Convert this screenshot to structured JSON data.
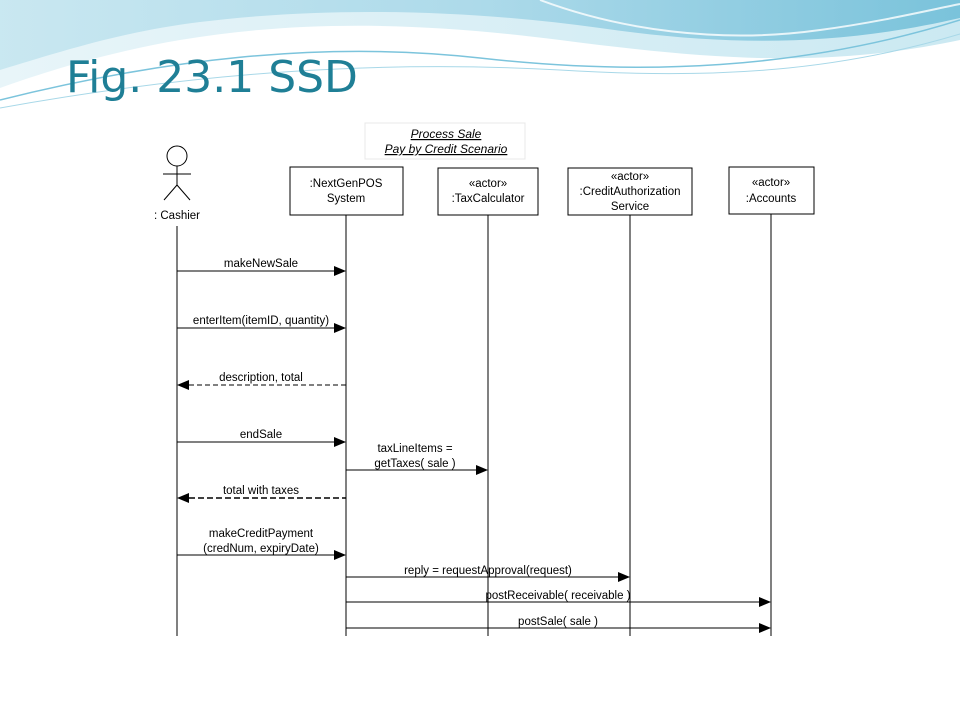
{
  "slide": {
    "title": "Fig. 23.1 SSD"
  },
  "diagram": {
    "frame_title": [
      "Process Sale",
      "Pay by Credit Scenario"
    ],
    "cashier": {
      "name": ": Cashier"
    },
    "lifelines": [
      {
        "id": "pos",
        "lines": [
          ":NextGenPOS",
          "System"
        ]
      },
      {
        "id": "tax",
        "lines": [
          "«actor»",
          ":TaxCalculator"
        ]
      },
      {
        "id": "credit",
        "lines": [
          "«actor»",
          ":CreditAuthorization",
          "Service"
        ]
      },
      {
        "id": "accounts",
        "lines": [
          "«actor»",
          ":Accounts"
        ]
      }
    ],
    "messages": [
      {
        "from": "cashier",
        "to": "pos",
        "type": "sync",
        "label": [
          "makeNewSale"
        ]
      },
      {
        "from": "cashier",
        "to": "pos",
        "type": "sync",
        "label": [
          "enterItem(itemID, quantity)"
        ]
      },
      {
        "from": "pos",
        "to": "cashier",
        "type": "return",
        "label": [
          "description, total"
        ]
      },
      {
        "from": "cashier",
        "to": "pos",
        "type": "sync",
        "label": [
          "endSale"
        ]
      },
      {
        "from": "pos",
        "to": "tax",
        "type": "sync",
        "label": [
          "taxLineItems =",
          "getTaxes( sale )"
        ]
      },
      {
        "from": "pos",
        "to": "cashier",
        "type": "return",
        "label": [
          "total with taxes"
        ]
      },
      {
        "from": "cashier",
        "to": "pos",
        "type": "sync",
        "label": [
          "makeCreditPayment",
          "(credNum, expiryDate)"
        ]
      },
      {
        "from": "pos",
        "to": "credit",
        "type": "sync",
        "label": [
          "reply = requestApproval(request)"
        ]
      },
      {
        "from": "pos",
        "to": "accounts",
        "type": "sync",
        "label": [
          "postReceivable( receivable )"
        ]
      },
      {
        "from": "pos",
        "to": "accounts",
        "type": "sync",
        "label": [
          "postSale( sale )"
        ]
      }
    ]
  }
}
